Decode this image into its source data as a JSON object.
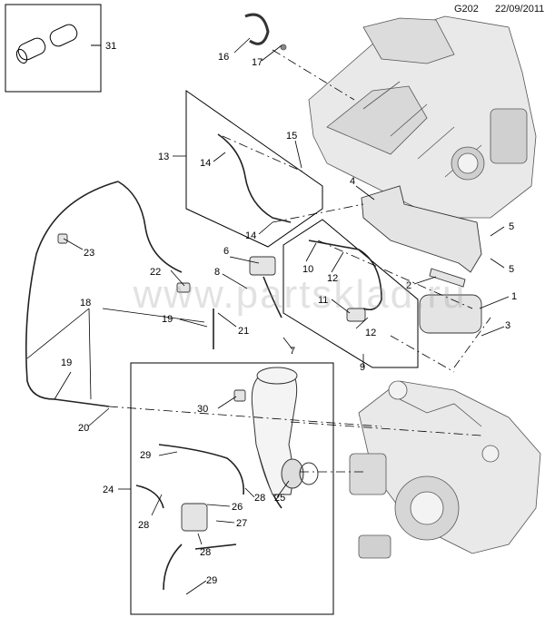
{
  "header": {
    "code": "G202",
    "date": "22/09/2011"
  },
  "watermark": "www.partsklad.ru",
  "callouts": [
    {
      "id": "c31",
      "text": "31"
    },
    {
      "id": "c16",
      "text": "16"
    },
    {
      "id": "c17",
      "text": "17"
    },
    {
      "id": "c13",
      "text": "13"
    },
    {
      "id": "c14a",
      "text": "14"
    },
    {
      "id": "c15",
      "text": "15"
    },
    {
      "id": "c14b",
      "text": "14"
    },
    {
      "id": "c4",
      "text": "4"
    },
    {
      "id": "c5a",
      "text": "5"
    },
    {
      "id": "c5b",
      "text": "5"
    },
    {
      "id": "c23",
      "text": "23"
    },
    {
      "id": "c6",
      "text": "6"
    },
    {
      "id": "c10",
      "text": "10"
    },
    {
      "id": "c12a",
      "text": "12"
    },
    {
      "id": "c22",
      "text": "22"
    },
    {
      "id": "c8",
      "text": "8"
    },
    {
      "id": "c2",
      "text": "2"
    },
    {
      "id": "c1",
      "text": "1"
    },
    {
      "id": "c18",
      "text": "18"
    },
    {
      "id": "c19a",
      "text": "19"
    },
    {
      "id": "c21",
      "text": "21"
    },
    {
      "id": "c11",
      "text": "11"
    },
    {
      "id": "c12b",
      "text": "12"
    },
    {
      "id": "c3",
      "text": "3"
    },
    {
      "id": "c7",
      "text": "7"
    },
    {
      "id": "c9",
      "text": "9"
    },
    {
      "id": "c19b",
      "text": "19"
    },
    {
      "id": "c30",
      "text": "30"
    },
    {
      "id": "c20",
      "text": "20"
    },
    {
      "id": "c29a",
      "text": "29"
    },
    {
      "id": "c24",
      "text": "24"
    },
    {
      "id": "c28a",
      "text": "28"
    },
    {
      "id": "c25",
      "text": "25"
    },
    {
      "id": "c26",
      "text": "26"
    },
    {
      "id": "c28b",
      "text": "28"
    },
    {
      "id": "c27",
      "text": "27"
    },
    {
      "id": "c28c",
      "text": "28"
    },
    {
      "id": "c29b",
      "text": "29"
    }
  ],
  "colors": {
    "line": "#000000",
    "engine": "#e6e6e6",
    "engine_dark": "#8a8a8a"
  }
}
